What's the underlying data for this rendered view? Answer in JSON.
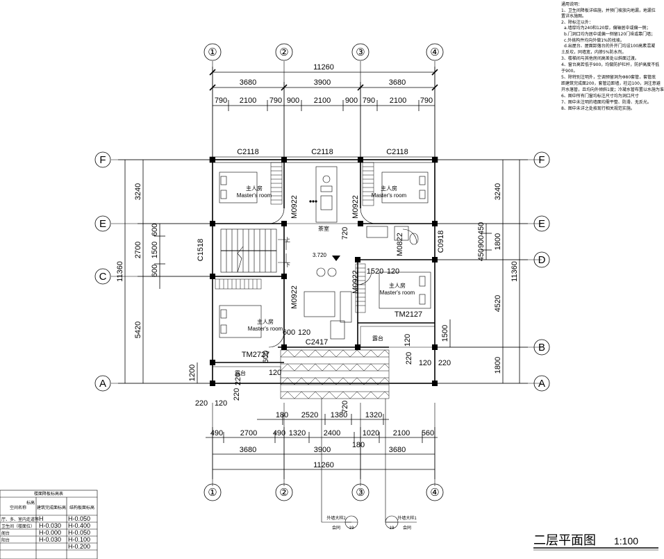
{
  "plan": {
    "title": "二层平面图",
    "scale": "1:100",
    "level": "3.720",
    "stair_up": "上",
    "stair_down": "下",
    "tea_room": "茶室",
    "balcony": "露台",
    "room_zh": "主人房",
    "room_en": "Master's room"
  },
  "axes": {
    "columns": [
      "①",
      "②",
      "③",
      "④"
    ],
    "rows": [
      "F",
      "E",
      "D",
      "C",
      "B",
      "A"
    ]
  },
  "dimensions": {
    "top_total": "11260",
    "top_mid": [
      "3680",
      "3900",
      "3680"
    ],
    "top_detail": [
      "790",
      "2100",
      "790",
      "900",
      "2100",
      "900",
      "790",
      "2100",
      "790"
    ],
    "bottom_detail_1": [
      "180",
      "2520",
      "1380",
      "1320"
    ],
    "bottom_detail_2": [
      "490",
      "2700",
      "490",
      "1320",
      "2400",
      "1020",
      "2100",
      "560"
    ],
    "bottom_mid": [
      "3680",
      "3900",
      "3680"
    ],
    "bottom_extra": "180",
    "bottom_total": "11260",
    "left_total": "11360",
    "left_outer": [
      "3240",
      "2700",
      "5420"
    ],
    "left_inner": [
      "600",
      "1500",
      "600"
    ],
    "left_small": "1200",
    "right_total": "11360",
    "right_outer": [
      "3240",
      "1800",
      "4520",
      "1800"
    ],
    "right_inner": [
      "450",
      "900",
      "450"
    ],
    "right_small": "1500",
    "misc": [
      "220",
      "120",
      "220",
      "180",
      "720",
      "720",
      "600",
      "120",
      "1520",
      "120",
      "600",
      "120",
      "220",
      "120",
      "220",
      "120",
      "220"
    ]
  },
  "labels": {
    "windows": [
      "C2118",
      "C2118",
      "C2118",
      "C1518",
      "C0918",
      "C2417"
    ],
    "doors": [
      "M0922",
      "M0922",
      "M0922",
      "M0922",
      "M0822"
    ],
    "sliding": [
      "TM2727",
      "TM2127"
    ]
  },
  "notes": {
    "heading": "通用说明：",
    "lines": [
      "1、卫生间降板详结施，并预门坡放向地漏，地漏位",
      "置详水施图。",
      "2、除标注以外：",
      "a.墙厚均为240和120厚，偏轴居中或偏一侧；",
      "b.门洞口均为居中或偏一侧留120门垛或靠门墙；",
      "c.外挑构件均向外做1%的找坡。",
      "d.出屋台、屋面卸落台的外开门均设100高素混凝",
      "土反坎，同墙宽，内掺5%防水剂。",
      "3、楼梯间与其他房间高差处以斜面过渡。",
      "4、窗台高若低于900，均做防护栏杆，防护高度不低",
      "于900。",
      "5、除特别注明外，空调预留洞为Φ80套管，套管底",
      "距建筑完成面200，套管边距墙，柱边100，洞注意避",
      "开水落管，且均向外倾斜1度；冷凝水管布置以水施为准。",
      "6、图中所有门窗均标注尺寸均为洞口尺寸",
      "7、图中未注明的墙面均需平整、防滑、无反光。",
      "8、图中未详之处按现行相关规范实施。"
    ]
  },
  "section_marks": [
    {
      "label": "外墙大样2",
      "num": "19",
      "sheet": "会同"
    },
    {
      "label": "外墙大样1",
      "num": "19",
      "sheet": "会同"
    }
  ],
  "elevation_table": {
    "title": "楼面降板标高表",
    "headers": [
      "空间名称",
      "标高",
      "建筑完成面标高",
      "结构板面标高"
    ],
    "rows": [
      [
        "厅、多、室内走道等",
        "H",
        "H-0.050"
      ],
      [
        "卫生间（楼面位）",
        "H-0.030",
        "H-0.400"
      ],
      [
        "阁台",
        "H-0.000",
        "H-0.050"
      ],
      [
        "阳台",
        "H-0.030",
        "H-0.100"
      ],
      [
        "",
        "",
        "H-0.200"
      ]
    ]
  }
}
